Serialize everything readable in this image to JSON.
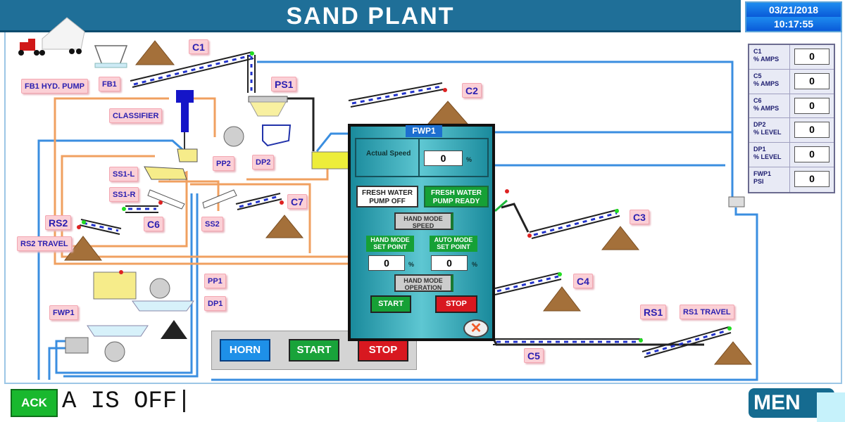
{
  "header": {
    "title": "SAND PLANT",
    "date": "03/21/2018",
    "time": "10:17:55"
  },
  "labels": {
    "c1": "C1",
    "fb1_hyd_pump": "FB1 HYD. PUMP",
    "fb1": "FB1",
    "ps1": "PS1",
    "c2": "C2",
    "classifier": "CLASSIFIER",
    "pp2": "PP2",
    "dp2": "DP2",
    "ss1l": "SS1-L",
    "ss1r": "SS1-R",
    "c7": "C7",
    "c6": "C6",
    "ss2": "SS2",
    "rs2": "RS2",
    "rs2_travel": "RS2 TRAVEL",
    "c3": "C3",
    "c4": "C4",
    "pp1": "PP1",
    "dp1": "DP1",
    "fwp1": "FWP1",
    "rs1": "RS1",
    "rs1_travel": "RS1 TRAVEL",
    "c5": "C5"
  },
  "readouts": [
    {
      "label1": "C1",
      "label2": "% AMPS",
      "value": "0"
    },
    {
      "label1": "C5",
      "label2": "% AMPS",
      "value": "0"
    },
    {
      "label1": "C6",
      "label2": "% AMPS",
      "value": "0"
    },
    {
      "label1": "DP2",
      "label2": "% LEVEL",
      "value": "0"
    },
    {
      "label1": "DP1",
      "label2": "% LEVEL",
      "value": "0"
    },
    {
      "label1": "FWP1",
      "label2": "PSI",
      "value": "0"
    }
  ],
  "popup": {
    "title": "FWP1",
    "actual_speed_label": "Actual Speed",
    "actual_speed": "0",
    "unit": "%",
    "status_off": "FRESH WATER PUMP OFF",
    "status_ready": "FRESH WATER PUMP READY",
    "hand_mode_speed": "HAND MODE SPEED",
    "hand_setpoint_label": "HAND MODE SET POINT",
    "hand_setpoint": "0",
    "auto_setpoint_label": "AUTO MODE SET POINT",
    "auto_setpoint": "0",
    "hand_mode_operation": "HAND MODE OPERATION",
    "start": "START",
    "stop": "STOP"
  },
  "controls": {
    "horn": "HORN",
    "start": "START",
    "stop": "STOP"
  },
  "footer": {
    "ack": "ACK",
    "alarm_text": "A IS OFF|",
    "menu": "MEN"
  },
  "colors": {
    "header": "#1f6f98",
    "water_line": "#3a8ee0",
    "slurry_line": "#f0a060",
    "label_bg": "#fbd0d6",
    "run_green": "#19b82e",
    "stop_red": "#d81820"
  }
}
